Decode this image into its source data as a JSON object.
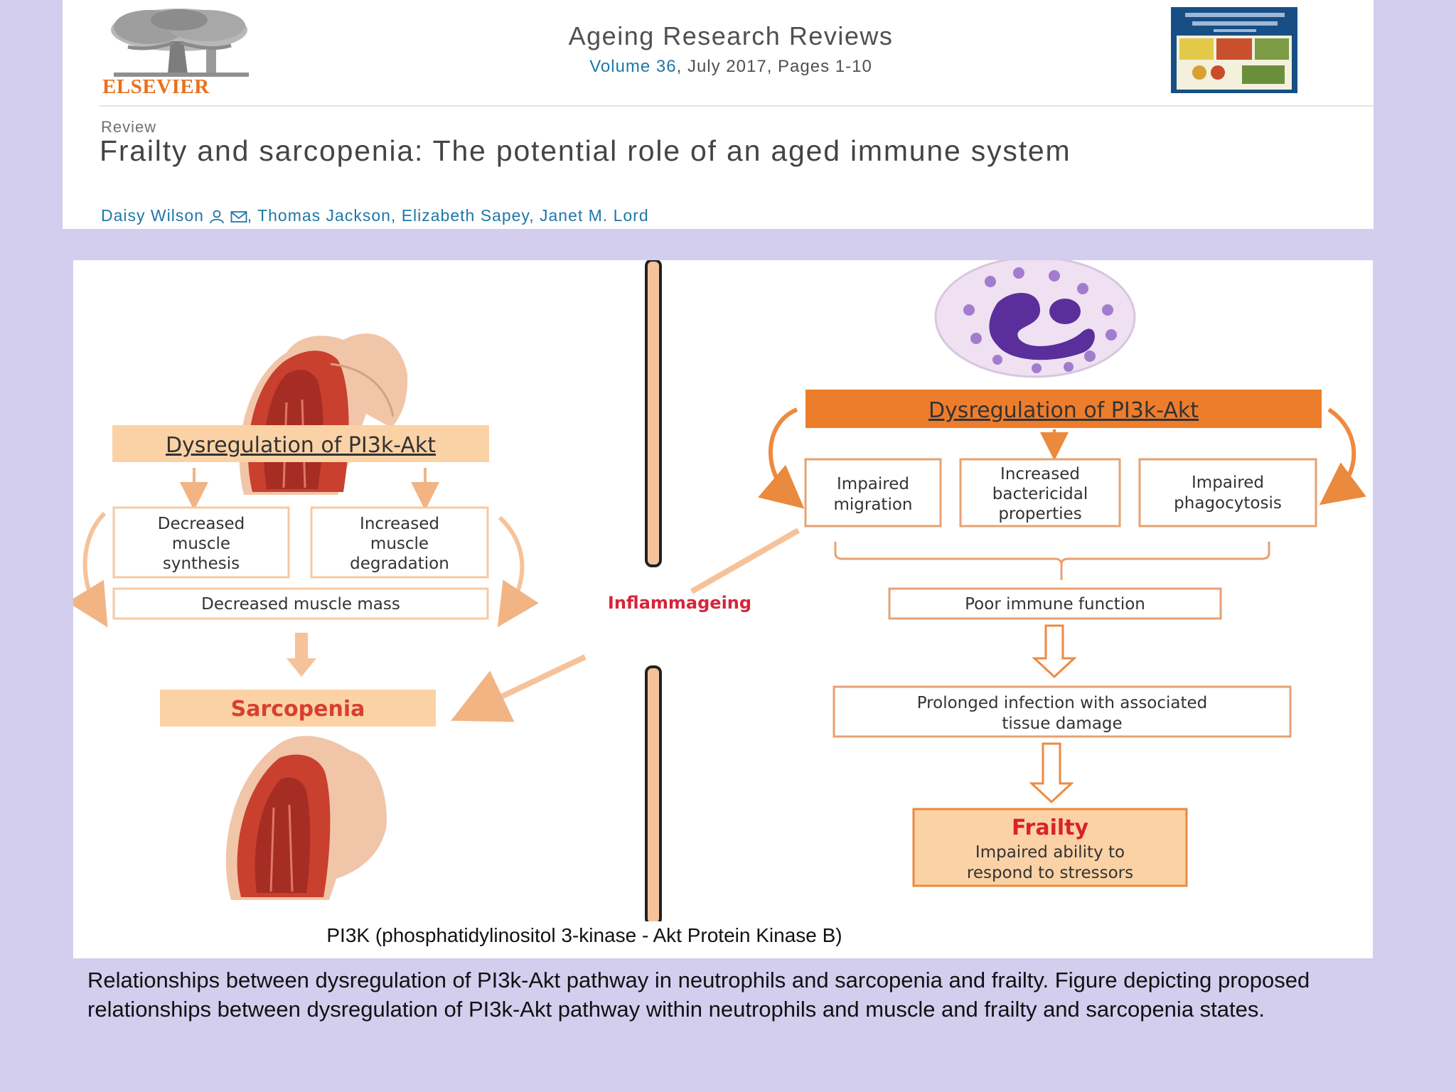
{
  "header": {
    "publisher": "ELSEVIER",
    "journal_title": "Ageing Research Reviews",
    "volume_link": "Volume 36",
    "volume_rest": ", July 2017, Pages 1-10",
    "article_type": "Review",
    "article_title": "Frailty and sarcopenia: The potential role of an aged immune system",
    "first_author": "Daisy Wilson",
    "other_authors": ", Thomas Jackson, Elizabeth Sapey, Janet M. Lord"
  },
  "figure": {
    "left": {
      "dysregulation": "Dysregulation of PI3k-Akt",
      "decreased_synthesis": [
        "Decreased",
        "muscle",
        "synthesis"
      ],
      "increased_degradation": [
        "Increased",
        "muscle",
        "degradation"
      ],
      "decreased_mass": "Decreased muscle mass",
      "sarcopenia": "Sarcopenia"
    },
    "center": {
      "inflammageing": "Inflammageing"
    },
    "right": {
      "dysregulation": "Dysregulation of PI3k-Akt",
      "impaired_migration": [
        "Impaired",
        "migration"
      ],
      "increased_bactericidal": [
        "Increased",
        "bactericidal",
        "properties"
      ],
      "impaired_phagocytosis": [
        "Impaired",
        "phagocytosis"
      ],
      "poor_immune": "Poor immune function",
      "prolonged_infection": [
        "Prolonged infection with associated",
        "tissue damage"
      ],
      "frailty": "Frailty",
      "frailty_desc": [
        "Impaired ability to",
        "respond to stressors"
      ]
    },
    "footnote": "PI3K (phosphatidylinositol 3-kinase - Akt Protein Kinase B)"
  },
  "caption": "Relationships between dysregulation of PI3k-Akt pathway in neutrophils and sarcopenia and frailty. Figure depicting proposed relationships between dysregulation of PI3k-Akt pathway within neutrophils and muscle and frailty and sarcopenia states.",
  "colors": {
    "background": "#d3cdee",
    "orange_dark": "#ee7d2b",
    "orange_light": "#fbcf9f",
    "link_blue": "#1f77a8",
    "inflammageing_red": "#d6253a",
    "frailty_red": "#d7232b"
  }
}
